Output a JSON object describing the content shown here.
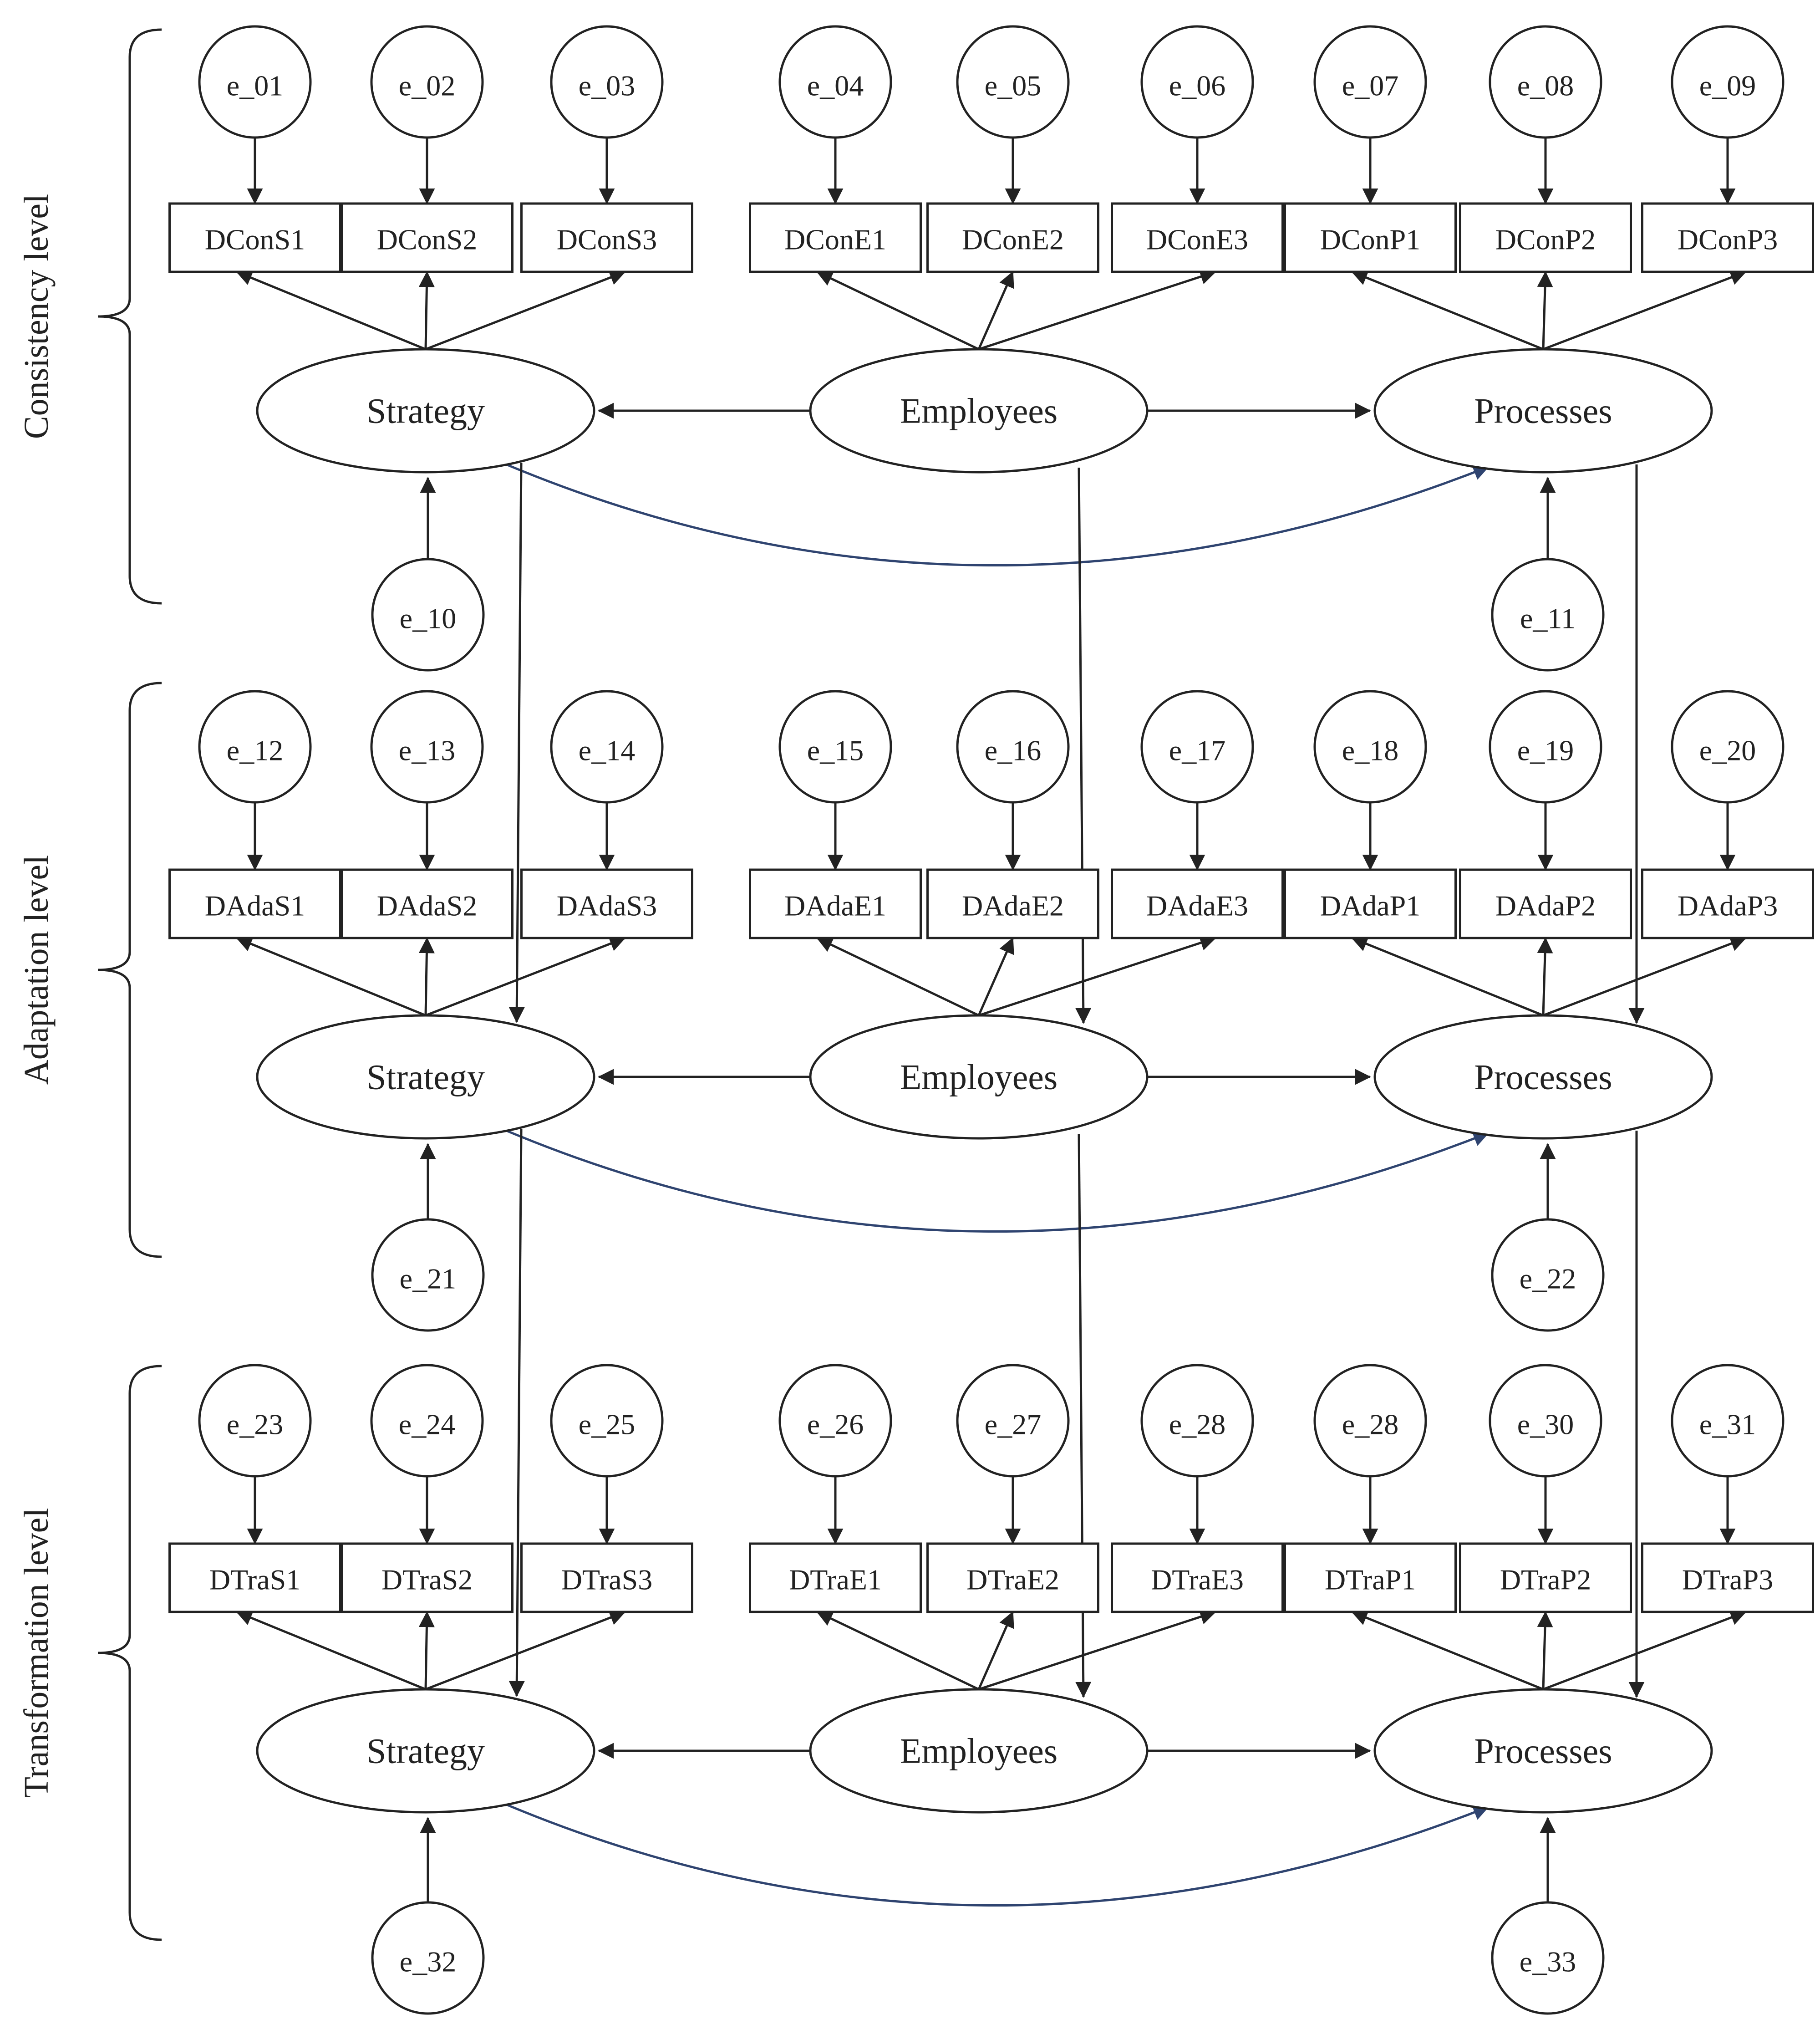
{
  "diagram": {
    "colors": {
      "stroke": "#222222",
      "accent": "#2f4470",
      "background": "#ffffff"
    },
    "levels": [
      {
        "label": "Consistency level",
        "latents": {
          "strategy": "Strategy",
          "employees": "Employees",
          "processes": "Processes"
        },
        "indicators": {
          "strategy": [
            {
              "label": "DConS1",
              "error": "e_01"
            },
            {
              "label": "DConS2",
              "error": "e_02"
            },
            {
              "label": "DConS3",
              "error": "e_03"
            }
          ],
          "employees": [
            {
              "label": "DConE1",
              "error": "e_04"
            },
            {
              "label": "DConE2",
              "error": "e_05"
            },
            {
              "label": "DConE3",
              "error": "e_06"
            }
          ],
          "processes": [
            {
              "label": "DConP1",
              "error": "e_07"
            },
            {
              "label": "DConP2",
              "error": "e_08"
            },
            {
              "label": "DConP3",
              "error": "e_09"
            }
          ]
        },
        "disturbances": {
          "strategy": "e_10",
          "processes": "e_11"
        }
      },
      {
        "label": "Adaptation level",
        "latents": {
          "strategy": "Strategy",
          "employees": "Employees",
          "processes": "Processes"
        },
        "indicators": {
          "strategy": [
            {
              "label": "DAdaS1",
              "error": "e_12"
            },
            {
              "label": "DAdaS2",
              "error": "e_13"
            },
            {
              "label": "DAdaS3",
              "error": "e_14"
            }
          ],
          "employees": [
            {
              "label": "DAdaE1",
              "error": "e_15"
            },
            {
              "label": "DAdaE2",
              "error": "e_16"
            },
            {
              "label": "DAdaE3",
              "error": "e_17"
            }
          ],
          "processes": [
            {
              "label": "DAdaP1",
              "error": "e_18"
            },
            {
              "label": "DAdaP2",
              "error": "e_19"
            },
            {
              "label": "DAdaP3",
              "error": "e_20"
            }
          ]
        },
        "disturbances": {
          "strategy": "e_21",
          "processes": "e_22"
        }
      },
      {
        "label": "Transformation level",
        "latents": {
          "strategy": "Strategy",
          "employees": "Employees",
          "processes": "Processes"
        },
        "indicators": {
          "strategy": [
            {
              "label": "DTraS1",
              "error": "e_23"
            },
            {
              "label": "DTraS2",
              "error": "e_24"
            },
            {
              "label": "DTraS3",
              "error": "e_25"
            }
          ],
          "employees": [
            {
              "label": "DTraE1",
              "error": "e_26"
            },
            {
              "label": "DTraE2",
              "error": "e_27"
            },
            {
              "label": "DTraE3",
              "error": "e_28"
            }
          ],
          "processes": [
            {
              "label": "DTraP1",
              "error": "e_28"
            },
            {
              "label": "DTraP2",
              "error": "e_30"
            },
            {
              "label": "DTraP3",
              "error": "e_31"
            }
          ]
        },
        "disturbances": {
          "strategy": "e_32",
          "processes": "e_33"
        }
      }
    ]
  }
}
